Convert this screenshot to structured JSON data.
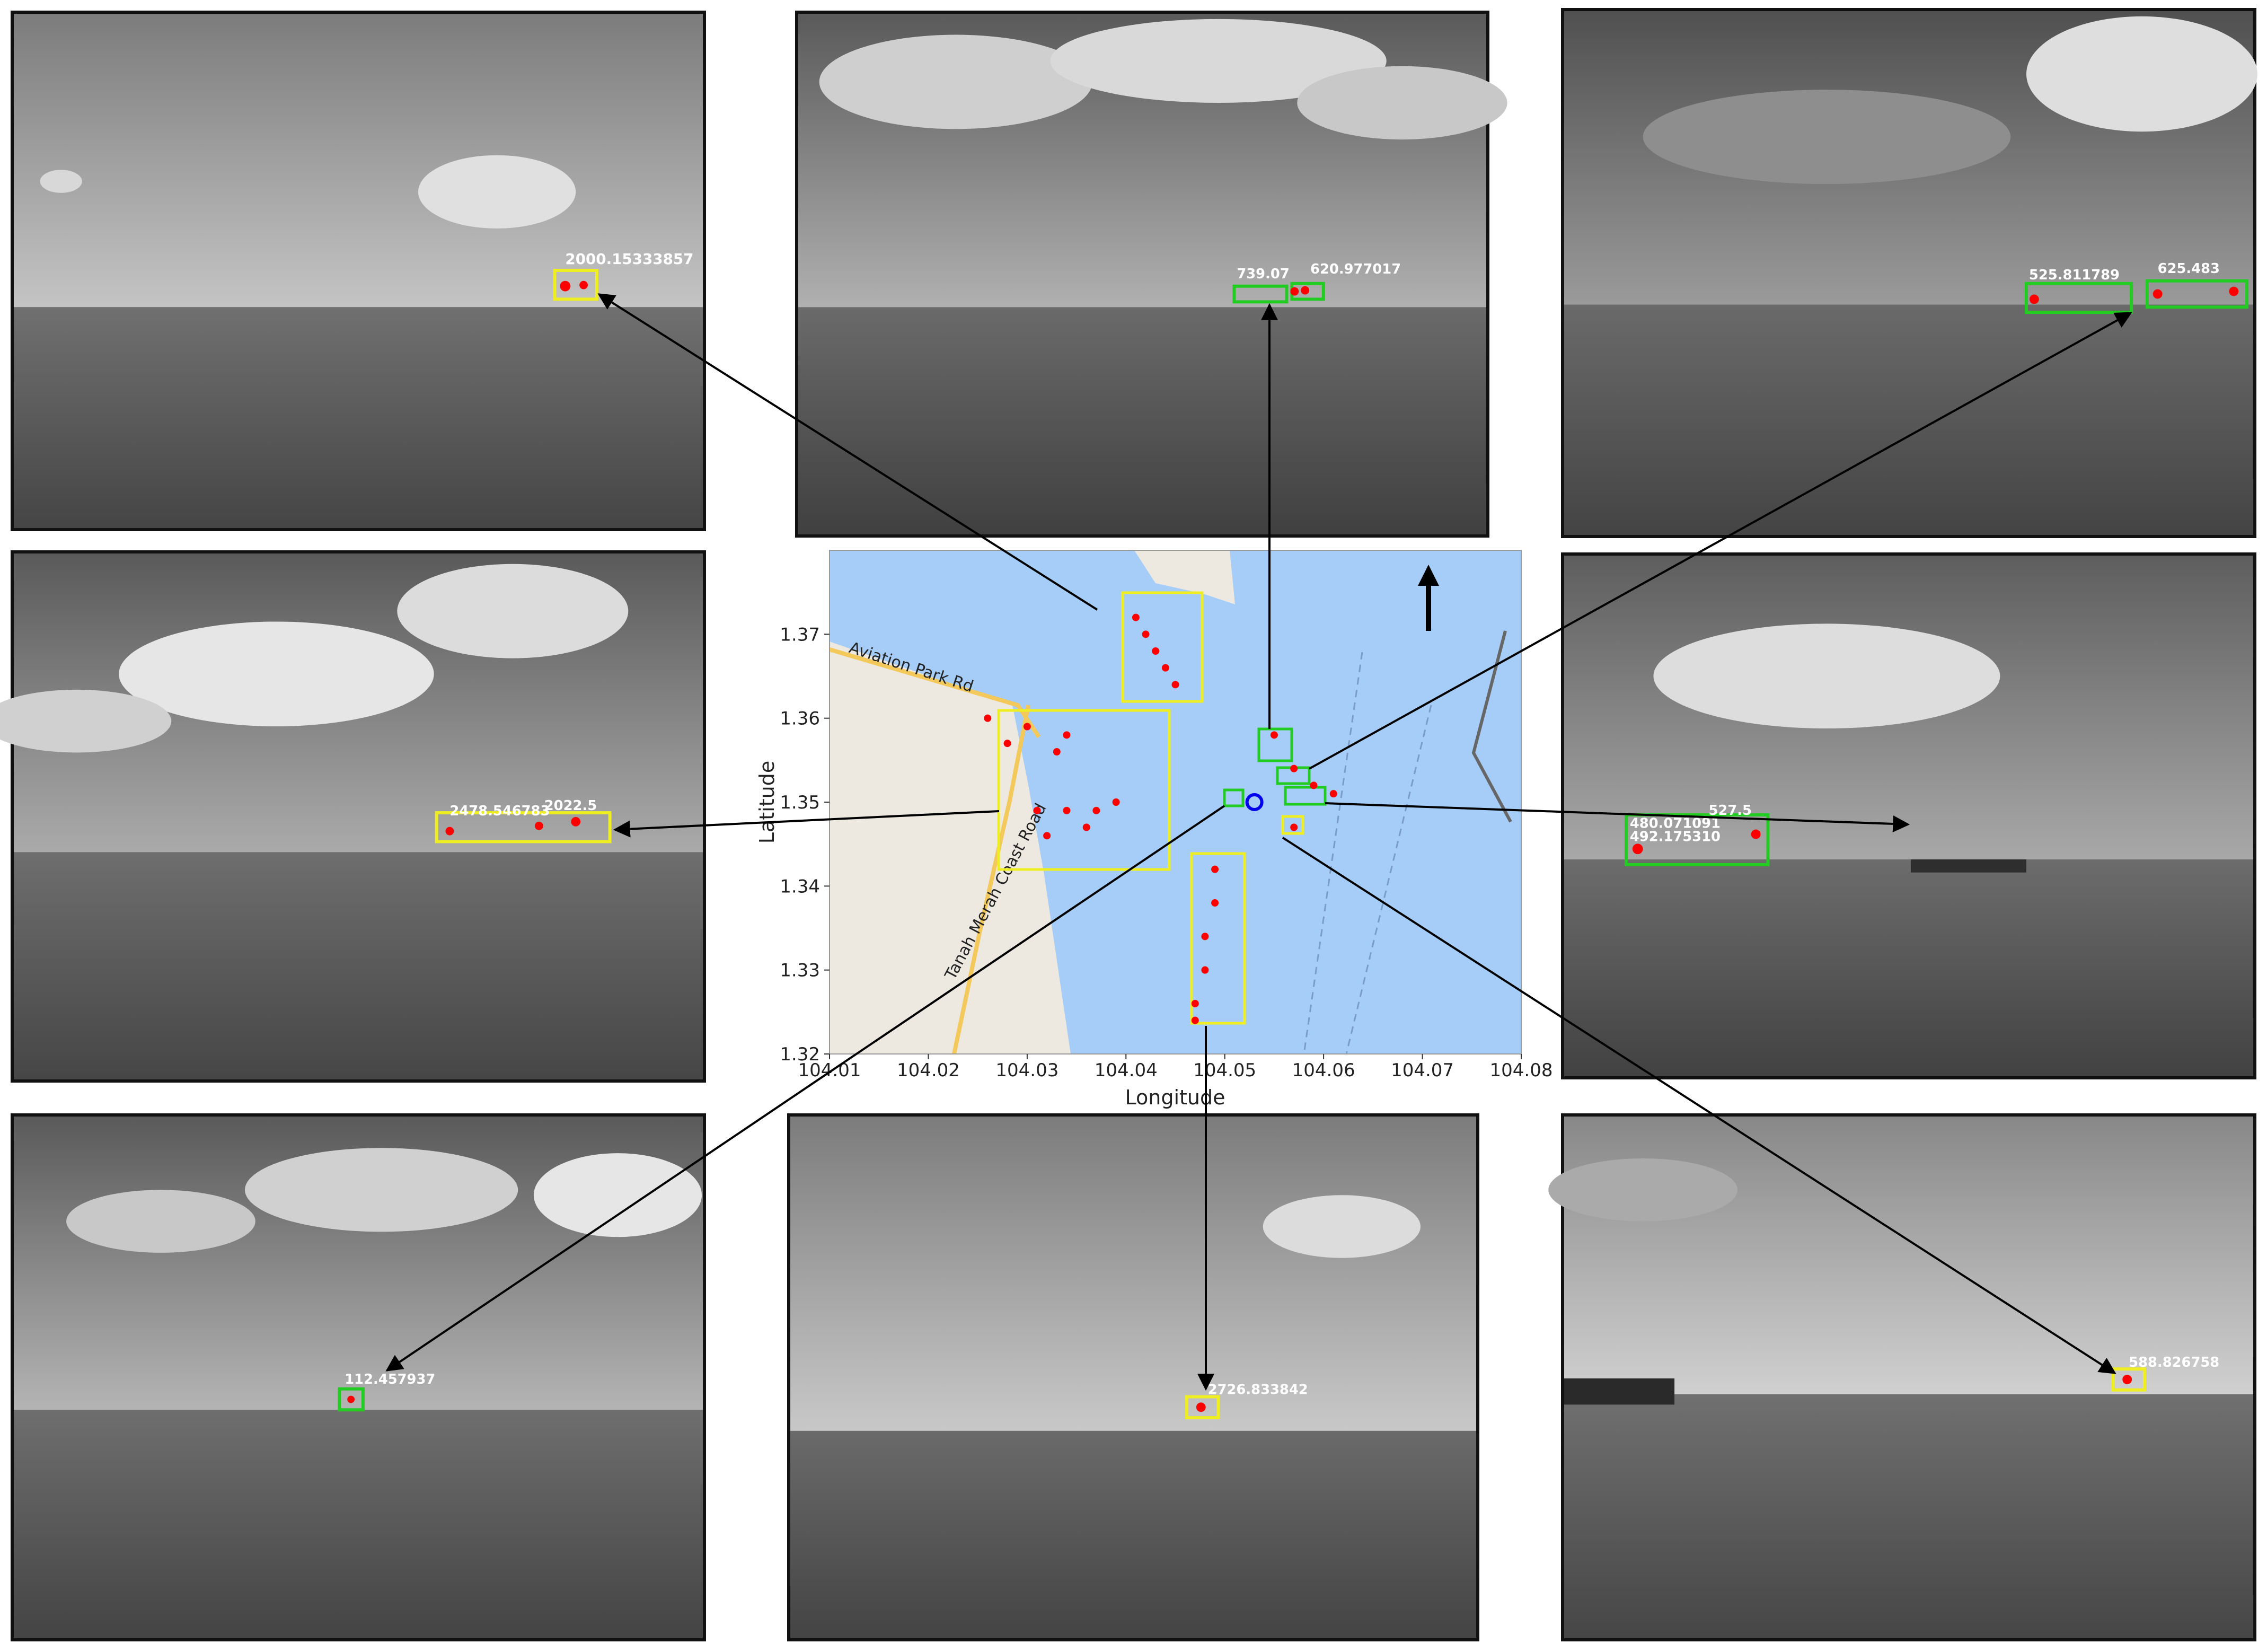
{
  "figure": {
    "panels": [
      {
        "id": "top-left",
        "labels": [
          "2000.15333857"
        ],
        "box_color": "yellow"
      },
      {
        "id": "top-center",
        "labels": [
          "739.07",
          "620.977017"
        ],
        "box_color": "green"
      },
      {
        "id": "top-right",
        "labels": [
          "525.811789",
          "625.483"
        ],
        "box_color": "green"
      },
      {
        "id": "middle-left",
        "labels": [
          "2478.546783",
          "2022.5"
        ],
        "box_color": "yellow"
      },
      {
        "id": "middle-right",
        "labels": [
          "527.5",
          "480.071091",
          "492.175310"
        ],
        "box_color": "green"
      },
      {
        "id": "bottom-left",
        "labels": [
          "112.457937"
        ],
        "box_color": "green"
      },
      {
        "id": "bottom-center",
        "labels": [
          "2726.833842"
        ],
        "box_color": "yellow"
      },
      {
        "id": "bottom-right",
        "labels": [
          "588.826758"
        ],
        "box_color": "yellow"
      }
    ],
    "colors": {
      "detection_green": "#22cc22",
      "detection_yellow": "#eeee22",
      "track_red": "#ff0000",
      "ego_blue": "#0000ee",
      "water": "#a5cdf7",
      "land": "#ede9e1"
    }
  },
  "map": {
    "xlabel": "Longitude",
    "ylabel": "Latitude",
    "x_ticks": [
      "104.01",
      "104.02",
      "104.03",
      "104.04",
      "104.05",
      "104.06",
      "104.07",
      "104.08"
    ],
    "y_ticks": [
      "1.37",
      "1.36",
      "1.35",
      "1.34",
      "1.33",
      "1.32"
    ],
    "xlim": [
      104.01,
      104.08
    ],
    "ylim": [
      1.32,
      1.38
    ],
    "road_labels": [
      "Aviation Park Rd",
      "Tanah Merah Coast Road"
    ],
    "north_arrow": true
  },
  "chart_data": {
    "type": "scatter",
    "xlabel": "Longitude",
    "ylabel": "Latitude",
    "xlim": [
      104.01,
      104.08
    ],
    "ylim": [
      1.32,
      1.38
    ],
    "series": [
      {
        "values": [
          [
            104.041,
            1.372
          ],
          [
            104.042,
            1.37
          ],
          [
            104.043,
            1.368
          ],
          [
            104.044,
            1.366
          ],
          [
            104.045,
            1.364
          ],
          [
            104.026,
            1.36
          ],
          [
            104.03,
            1.359
          ],
          [
            104.034,
            1.358
          ],
          [
            104.028,
            1.357
          ],
          [
            104.033,
            1.356
          ],
          [
            104.031,
            1.349
          ],
          [
            104.034,
            1.349
          ],
          [
            104.037,
            1.349
          ],
          [
            104.039,
            1.35
          ],
          [
            104.032,
            1.346
          ],
          [
            104.036,
            1.347
          ],
          [
            104.049,
            1.342
          ],
          [
            104.049,
            1.338
          ],
          [
            104.048,
            1.334
          ],
          [
            104.048,
            1.33
          ],
          [
            104.047,
            1.326
          ],
          [
            104.047,
            1.324
          ],
          [
            104.055,
            1.358
          ],
          [
            104.057,
            1.354
          ],
          [
            104.059,
            1.352
          ],
          [
            104.061,
            1.351
          ],
          [
            104.057,
            1.347
          ]
        ]
      },
      {
        "values": [
          [
            104.053,
            1.35
          ]
        ]
      }
    ]
  }
}
